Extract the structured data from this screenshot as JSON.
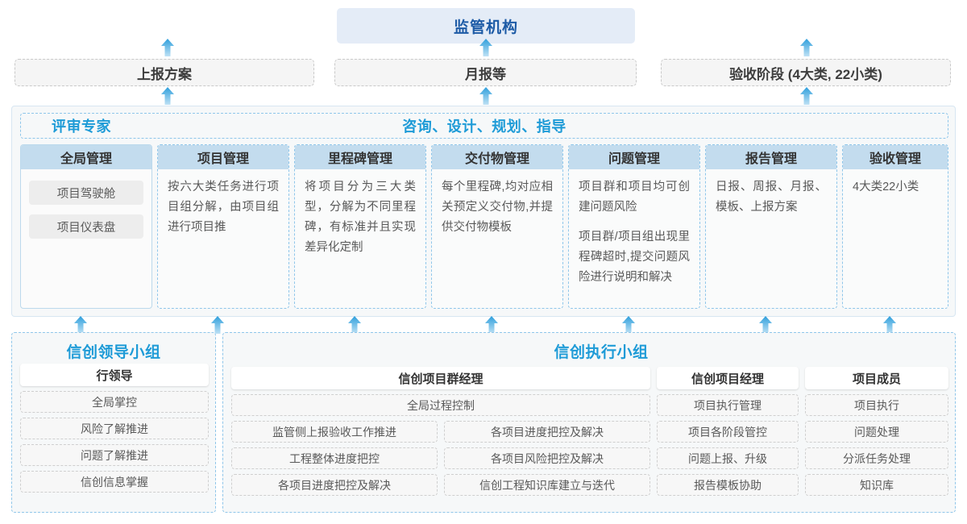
{
  "regulator": {
    "label": "监管机构"
  },
  "reporting_boxes": [
    {
      "label": "上报方案"
    },
    {
      "label": "月报等"
    },
    {
      "label": "验收阶段 (4大类, 22小类)"
    }
  ],
  "service_panel": {
    "left_label": "评审专家",
    "right_label": "咨询、设计、规划、指导",
    "columns": [
      {
        "title": "全局管理",
        "type": "pills",
        "items": [
          "项目驾驶舱",
          "项目仪表盘"
        ]
      },
      {
        "title": "项目管理",
        "type": "text",
        "paragraphs": [
          "按六大类任务进行项目组分解，由项目组进行项目推"
        ]
      },
      {
        "title": "里程碑管理",
        "type": "text",
        "paragraphs": [
          "将项目分为三大类型，分解为不同里程碑，有标准并且实现差异化定制"
        ]
      },
      {
        "title": "交付物管理",
        "type": "text",
        "paragraphs": [
          "每个里程碑,均对应相关预定义交付物,并提供交付物模板"
        ]
      },
      {
        "title": "问题管理",
        "type": "text",
        "paragraphs": [
          "项目群和项目均可创建问题风险",
          "项目群/项目组出现里程碑超时,提交问题风险进行说明和解决"
        ]
      },
      {
        "title": "报告管理",
        "type": "text",
        "paragraphs": [
          "日报、周报、月报、模板、上报方案"
        ]
      },
      {
        "title": "验收管理",
        "type": "text",
        "paragraphs": [
          "4大类22小类"
        ]
      }
    ]
  },
  "leader_group": {
    "title": "信创领导小组",
    "role": "行领导",
    "tasks": [
      "全局掌控",
      "风险了解推进",
      "问题了解推进",
      "信创信息掌握"
    ]
  },
  "exec_group": {
    "title": "信创执行小组",
    "program_manager": {
      "role": "信创项目群经理",
      "full_width_task": "全局过程控制",
      "tasks_left": [
        "监管侧上报验收工作推进",
        "工程整体进度把控",
        "各项目进度把控及解决"
      ],
      "tasks_right": [
        "各项目进度把控及解决",
        "各项目风险把控及解决",
        "信创工程知识库建立与迭代"
      ]
    },
    "project_manager": {
      "role": "信创项目经理",
      "tasks": [
        "项目执行管理",
        "项目各阶段管控",
        "问题上报、升级",
        "报告模板协助"
      ]
    },
    "members": {
      "role": "项目成员",
      "tasks": [
        "项目执行",
        "问题处理",
        "分派任务处理",
        "知识库"
      ]
    }
  },
  "colors": {
    "accent_blue": "#1e9bd7",
    "deep_blue": "#1d5ba6",
    "header_fill": "#c3dcee",
    "regulator_fill": "#e4ecf7",
    "panel_fill": "#f6f8f9",
    "arrow_blue": "#3aa6e0"
  }
}
